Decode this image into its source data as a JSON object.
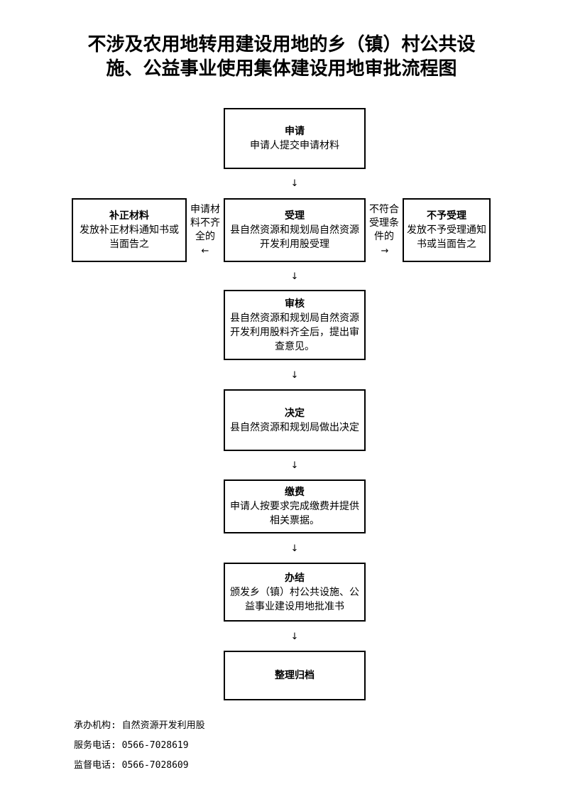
{
  "title": {
    "line1": "不涉及农用地转用建设用地的乡（镇）村公共设",
    "line2": "施、公益事业使用集体建设用地审批流程图"
  },
  "steps": {
    "apply": {
      "head": "申请",
      "desc": "申请人提交申请材料"
    },
    "accept": {
      "head": "受理",
      "desc": "县自然资源和规划局自然资源开发利用股受理"
    },
    "supplement": {
      "head": "补正材料",
      "desc": "发放补正材料通知书或当面告之"
    },
    "reject": {
      "head": "不予受理",
      "desc": "发放不予受理通知书或当面告之"
    },
    "review": {
      "head": "审核",
      "desc": "县自然资源和规划局自然资源开发利用股料齐全后，提出审查意见。"
    },
    "decide": {
      "head": "决定",
      "desc": "县自然资源和规划局做出决定"
    },
    "pay": {
      "head": "缴费",
      "desc": "申请人按要求完成缴费并提供相关票据。"
    },
    "complete": {
      "head": "办结",
      "desc": "颁发乡（镇）村公共设施、公益事业建设用地批准书"
    },
    "archive": {
      "head": "整理归档"
    }
  },
  "labels": {
    "incomplete": "申请材料不齐全的",
    "not_qualified": "不符合受理条件的"
  },
  "arrows": {
    "down": "↓",
    "left": "←",
    "right": "→"
  },
  "footer": {
    "office": "承办机构: 自然资源开发利用股",
    "service_phone": "服务电话: 0566-7028619",
    "supervise_phone": "监督电话: 0566-7028609"
  }
}
